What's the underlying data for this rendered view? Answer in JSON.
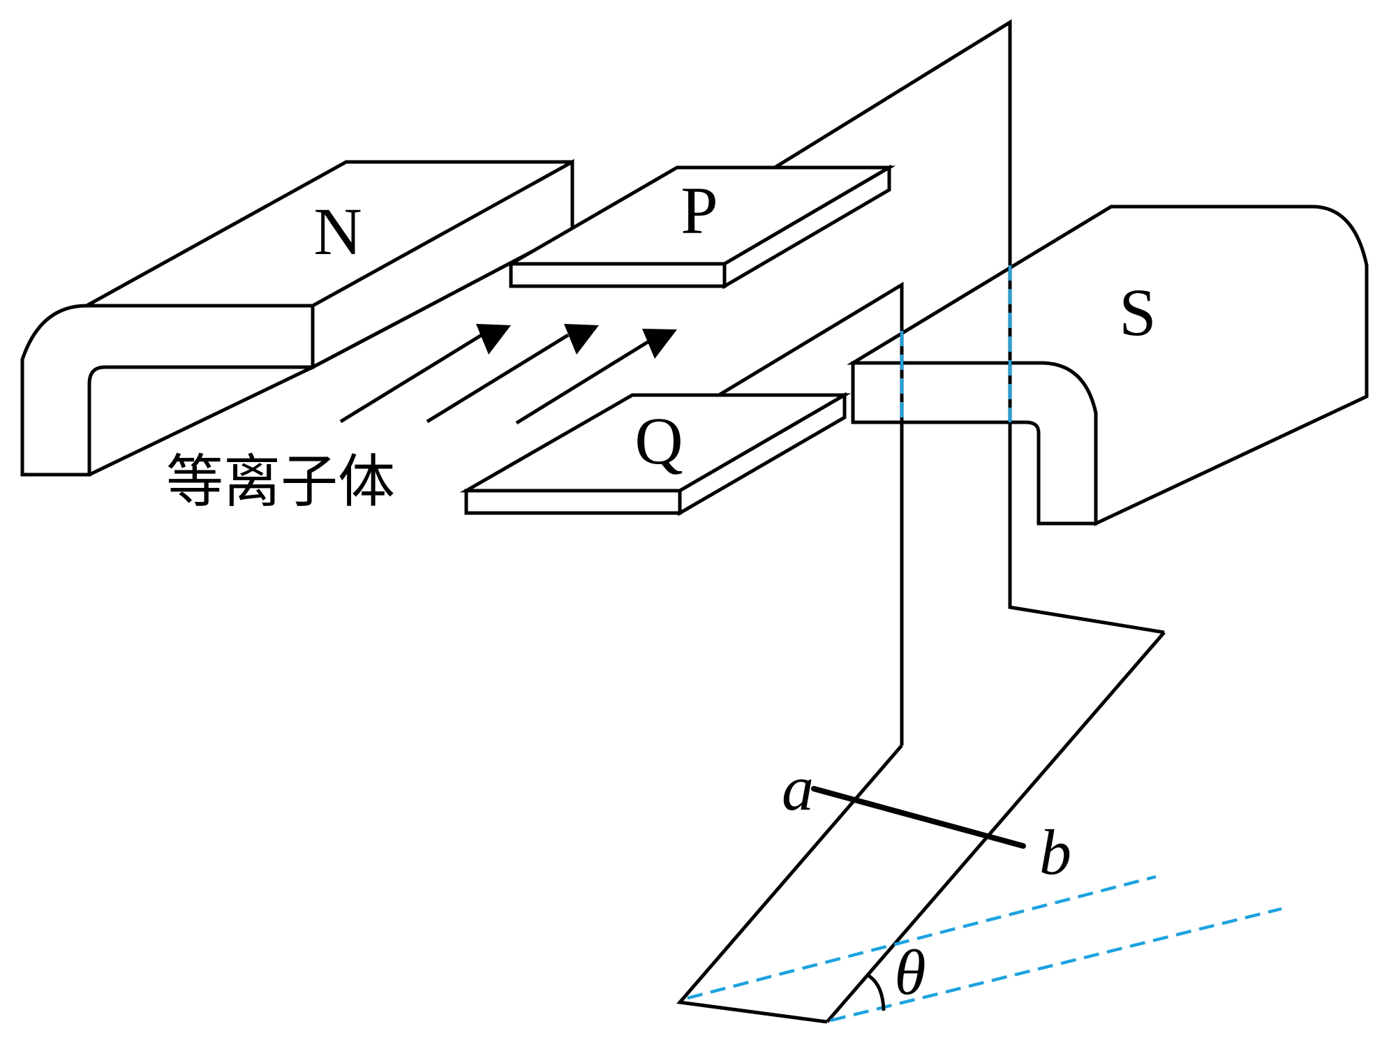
{
  "labels": {
    "magnet_n": "N",
    "magnet_s": "S",
    "plate_p": "P",
    "plate_q": "Q",
    "plasma": "等离子体",
    "rod_end_a": "a",
    "rod_end_b": "b",
    "angle": "θ"
  },
  "colors": {
    "stroke": "#000000",
    "guide": "#1aa3e0",
    "background": "#ffffff"
  }
}
